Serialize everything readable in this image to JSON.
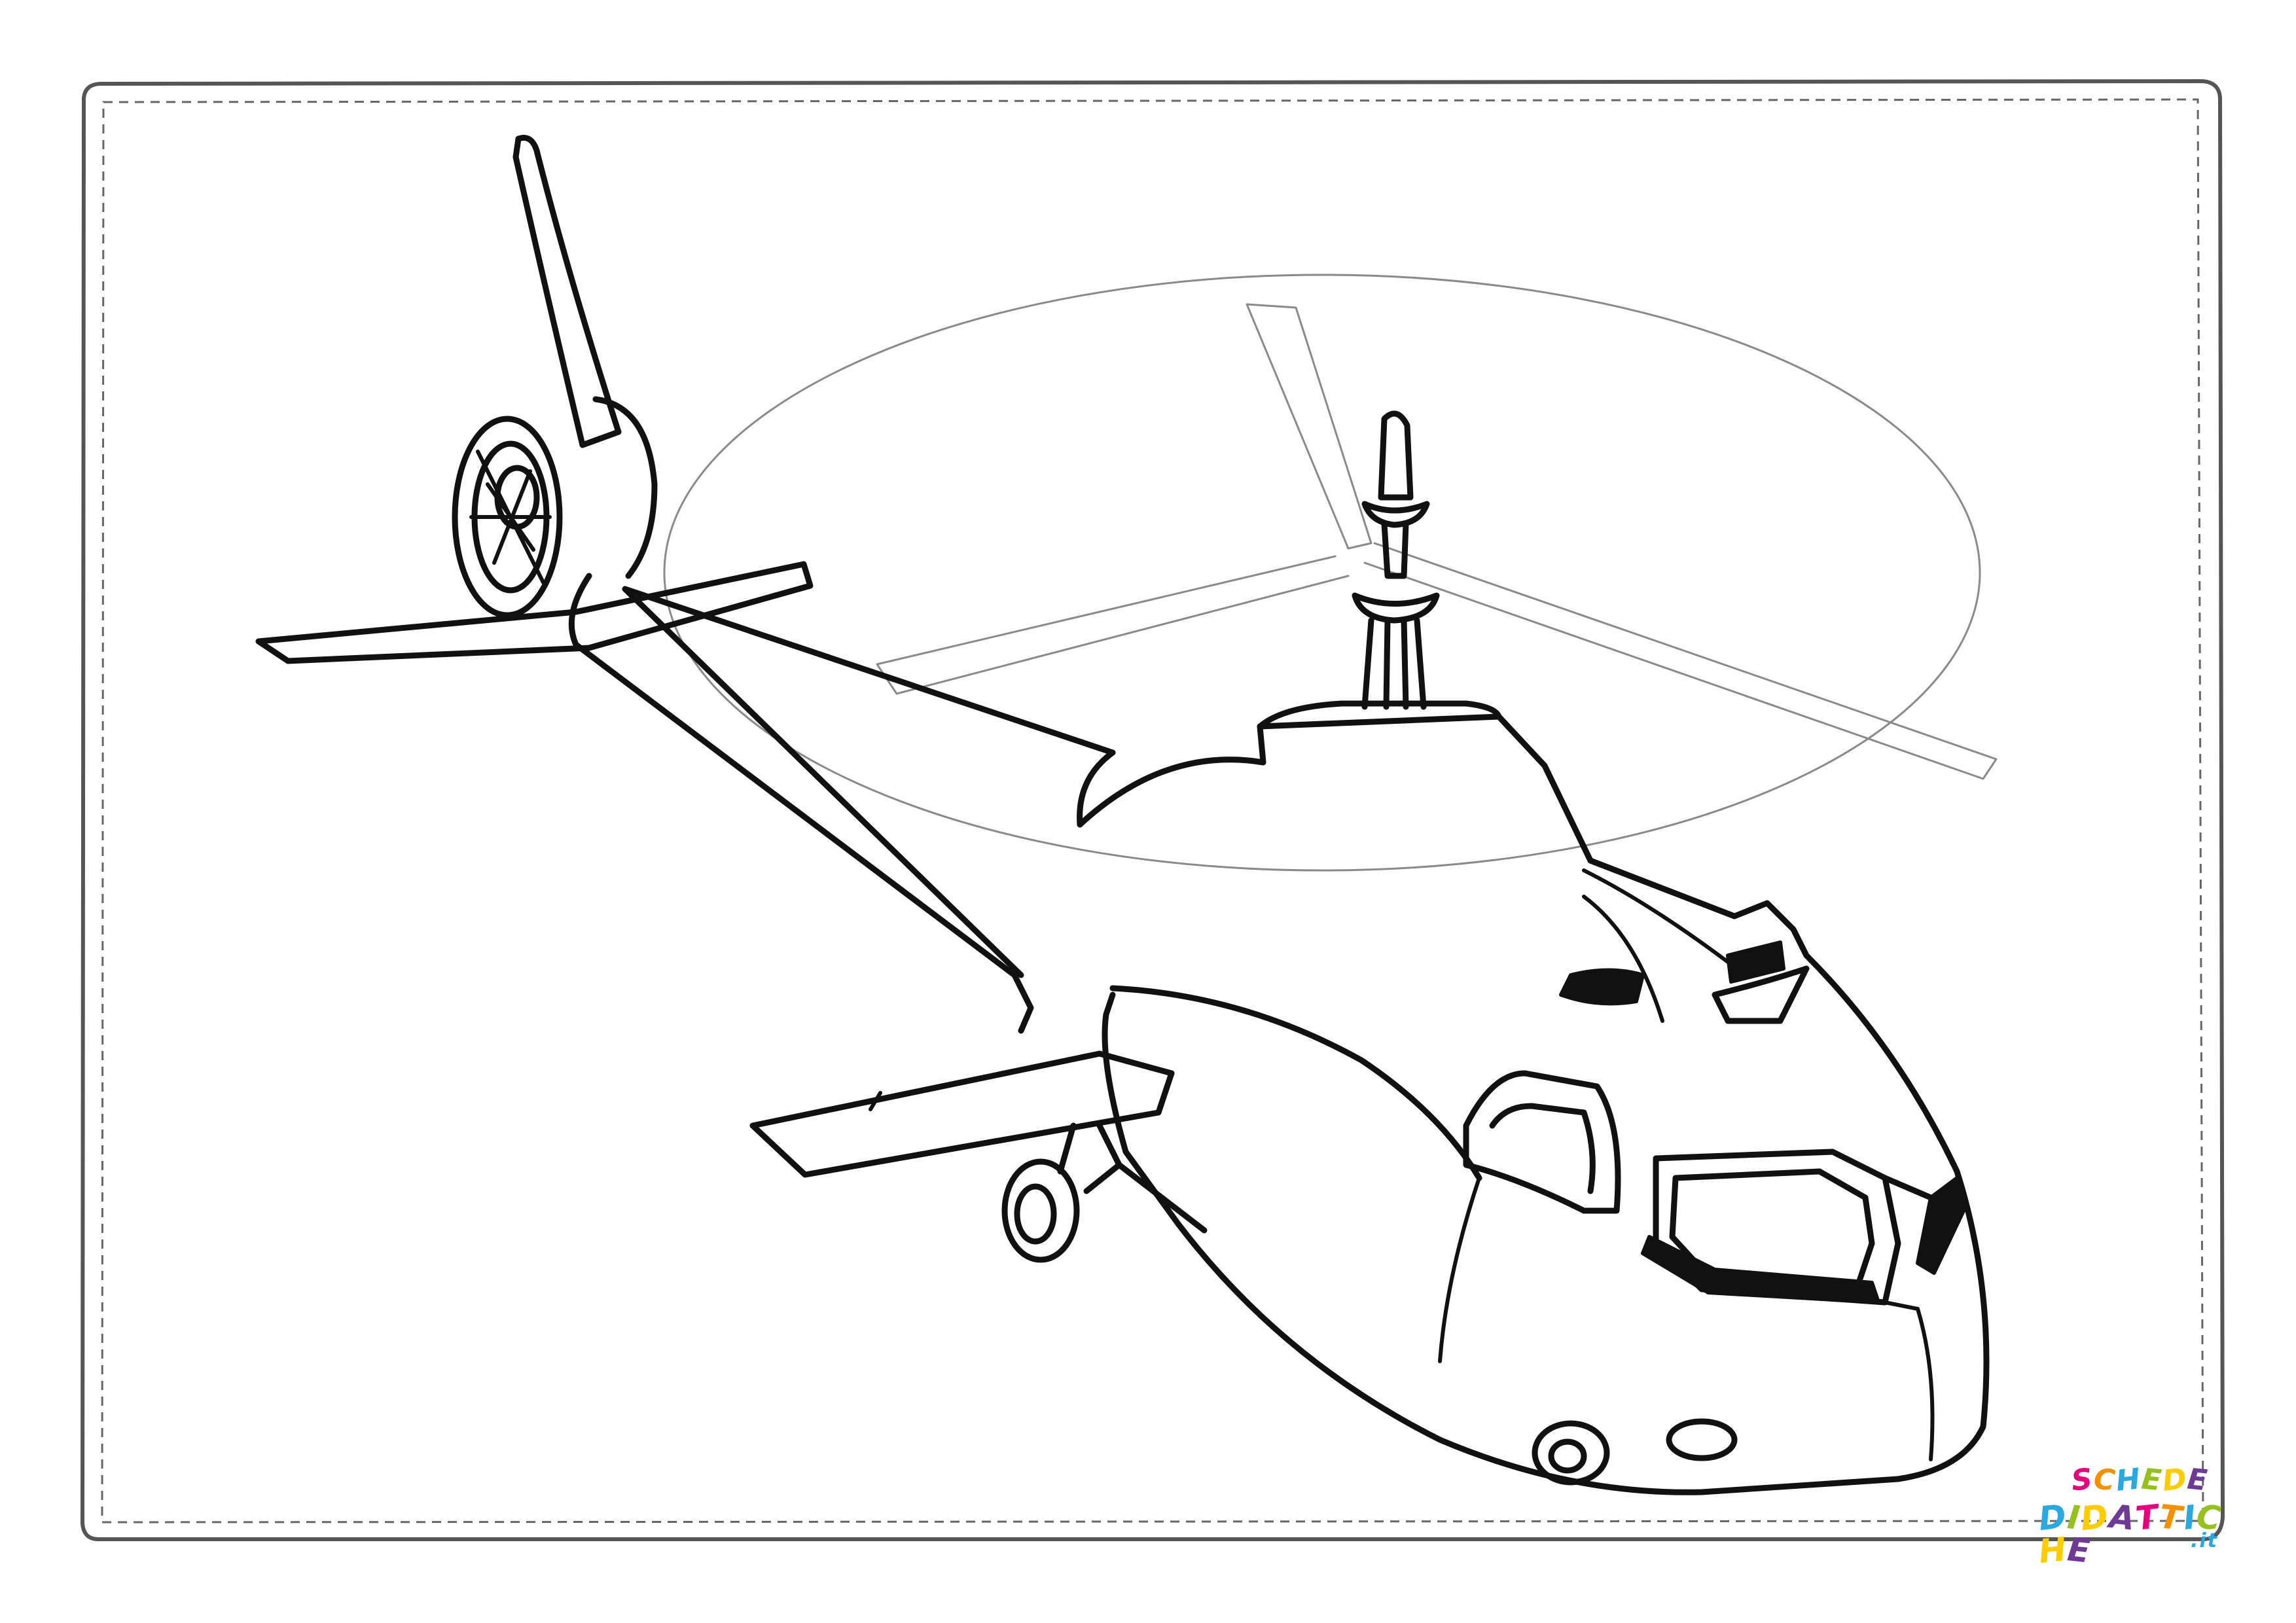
{
  "logo": {
    "line1": "SCHEDE",
    "line2": "DIDATTICHE",
    "line3": ".it",
    "colors": [
      "#e6007e",
      "#f39200",
      "#2aa9e0",
      "#95c11f",
      "#ffcc00",
      "#6f3996"
    ]
  },
  "colors": {
    "ink": "#111111",
    "background": "#ffffff",
    "border": "#555555",
    "rotor_disc": "#8a8a8a"
  },
  "subject": {
    "icon": "helicopter-icon"
  }
}
